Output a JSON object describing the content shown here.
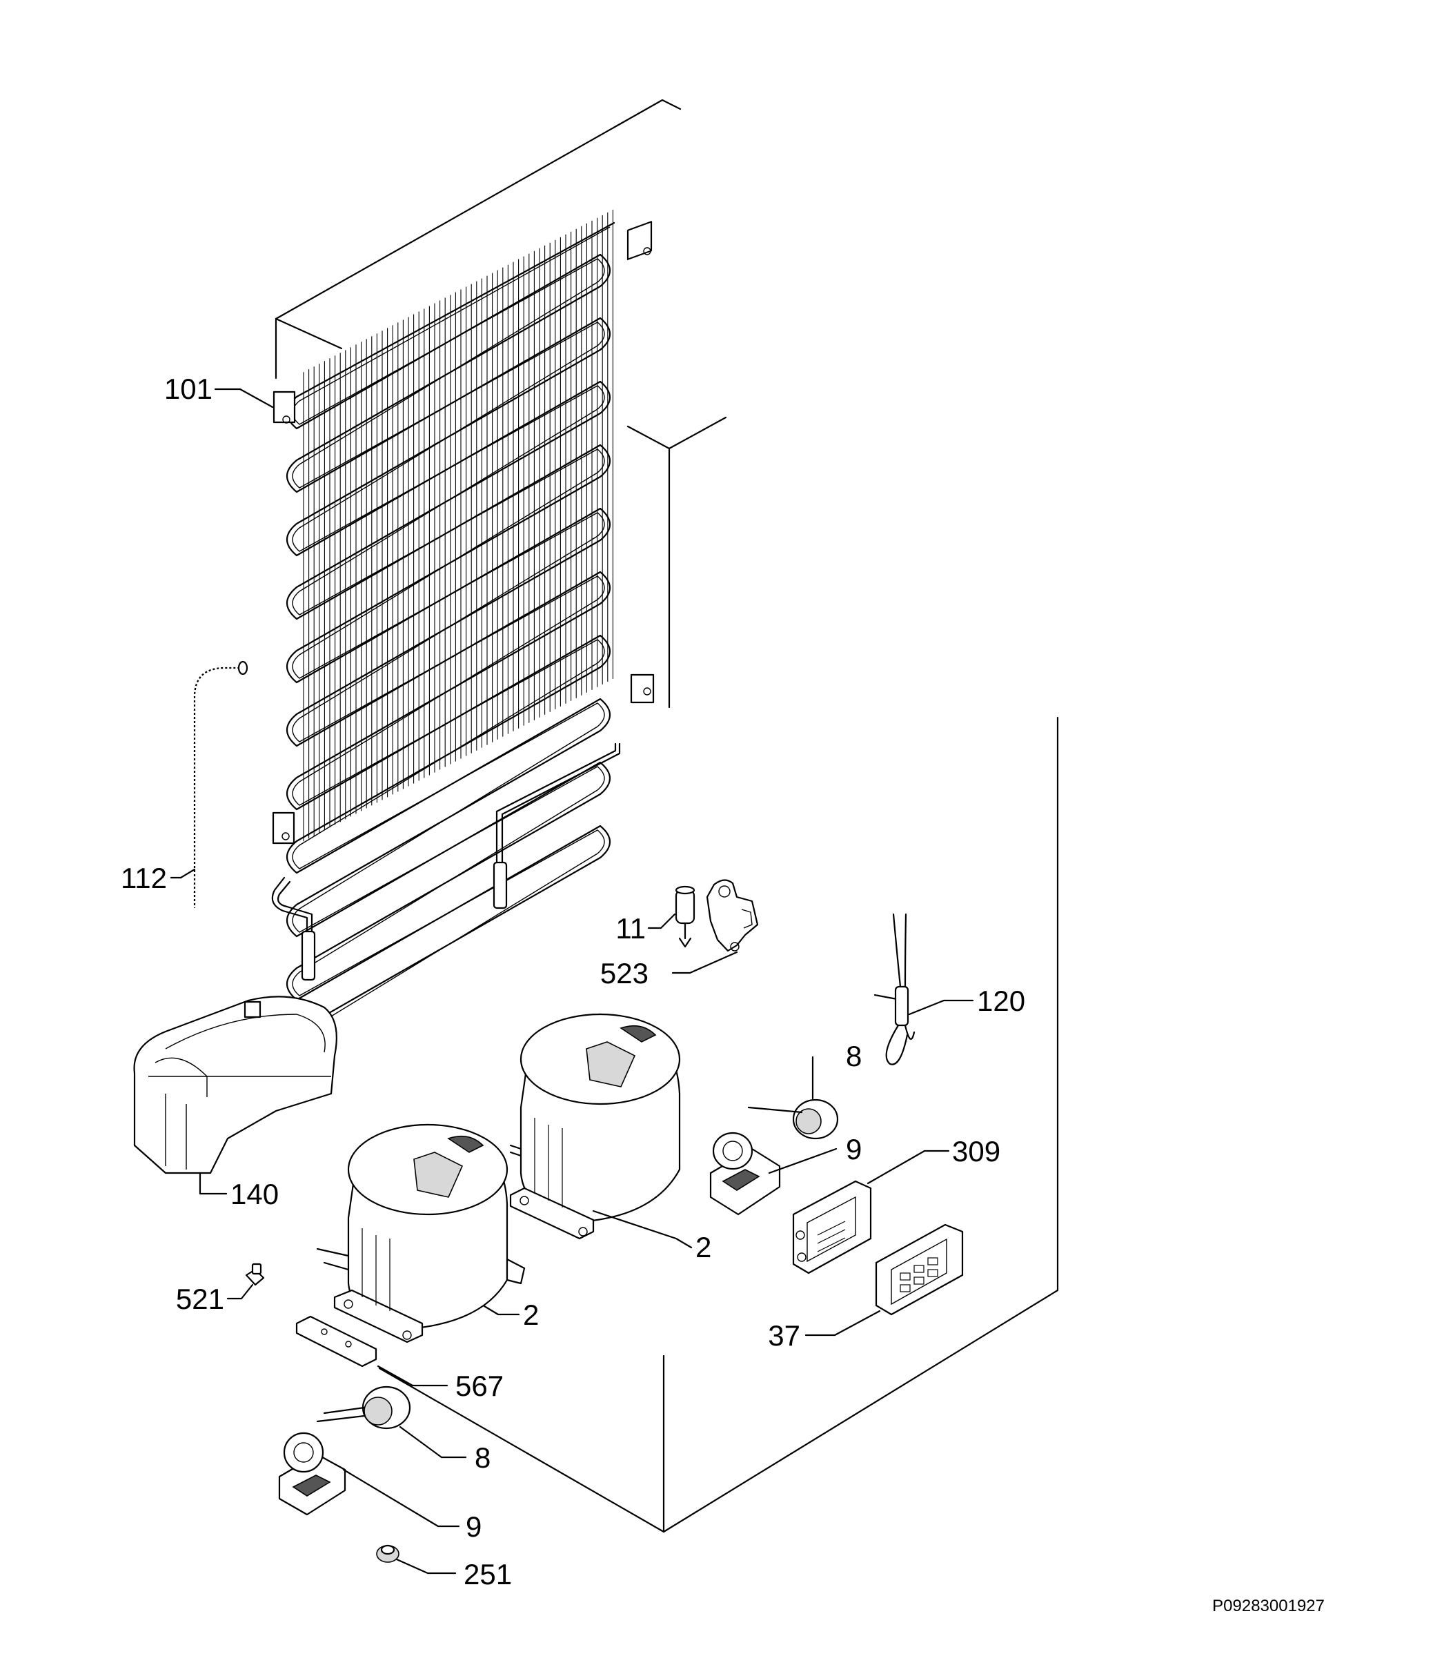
{
  "diagram": {
    "drawing_code": "P09283001927",
    "callouts": {
      "c101": "101",
      "c112": "112",
      "c11": "11",
      "c523": "523",
      "c120": "120",
      "c8a": "8",
      "c9a": "9",
      "c309": "309",
      "c140": "140",
      "c2a": "2",
      "c2b": "2",
      "c521": "521",
      "c37": "37",
      "c567": "567",
      "c8b": "8",
      "c9b": "9",
      "c251": "251"
    }
  }
}
